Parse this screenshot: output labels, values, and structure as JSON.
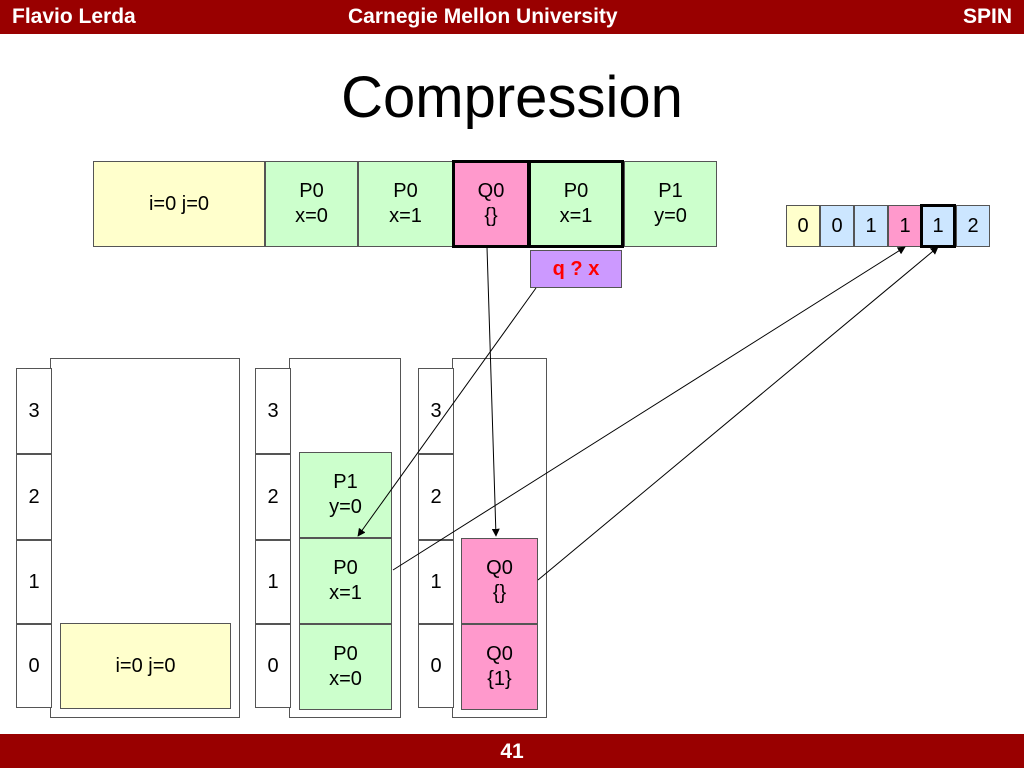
{
  "header": {
    "left": "Flavio Lerda",
    "center": "Carnegie Mellon University",
    "right": "SPIN"
  },
  "title": "Compression",
  "state_vector": [
    {
      "lines": [
        "i=0 j=0"
      ]
    },
    {
      "lines": [
        "P0",
        "x=0"
      ]
    },
    {
      "lines": [
        "P0",
        "x=1"
      ]
    },
    {
      "lines": [
        "Q0",
        "{}"
      ]
    },
    {
      "lines": [
        "P0",
        "x=1"
      ]
    },
    {
      "lines": [
        "P1",
        "y=0"
      ]
    }
  ],
  "channel_label": "q ? x",
  "index_vector": [
    "0",
    "0",
    "1",
    "1",
    "1",
    "2"
  ],
  "tables": {
    "rows": [
      "3",
      "2",
      "1",
      "0"
    ],
    "t1": {
      "r0": [
        "i=0 j=0"
      ]
    },
    "t2": {
      "r2": [
        "P1",
        "y=0"
      ],
      "r1": [
        "P0",
        "x=1"
      ],
      "r0": [
        "P0",
        "x=0"
      ]
    },
    "t3": {
      "r1": [
        "Q0",
        "{}"
      ],
      "r0": [
        "Q0",
        "{1}"
      ]
    }
  },
  "footer": {
    "page": "41"
  }
}
